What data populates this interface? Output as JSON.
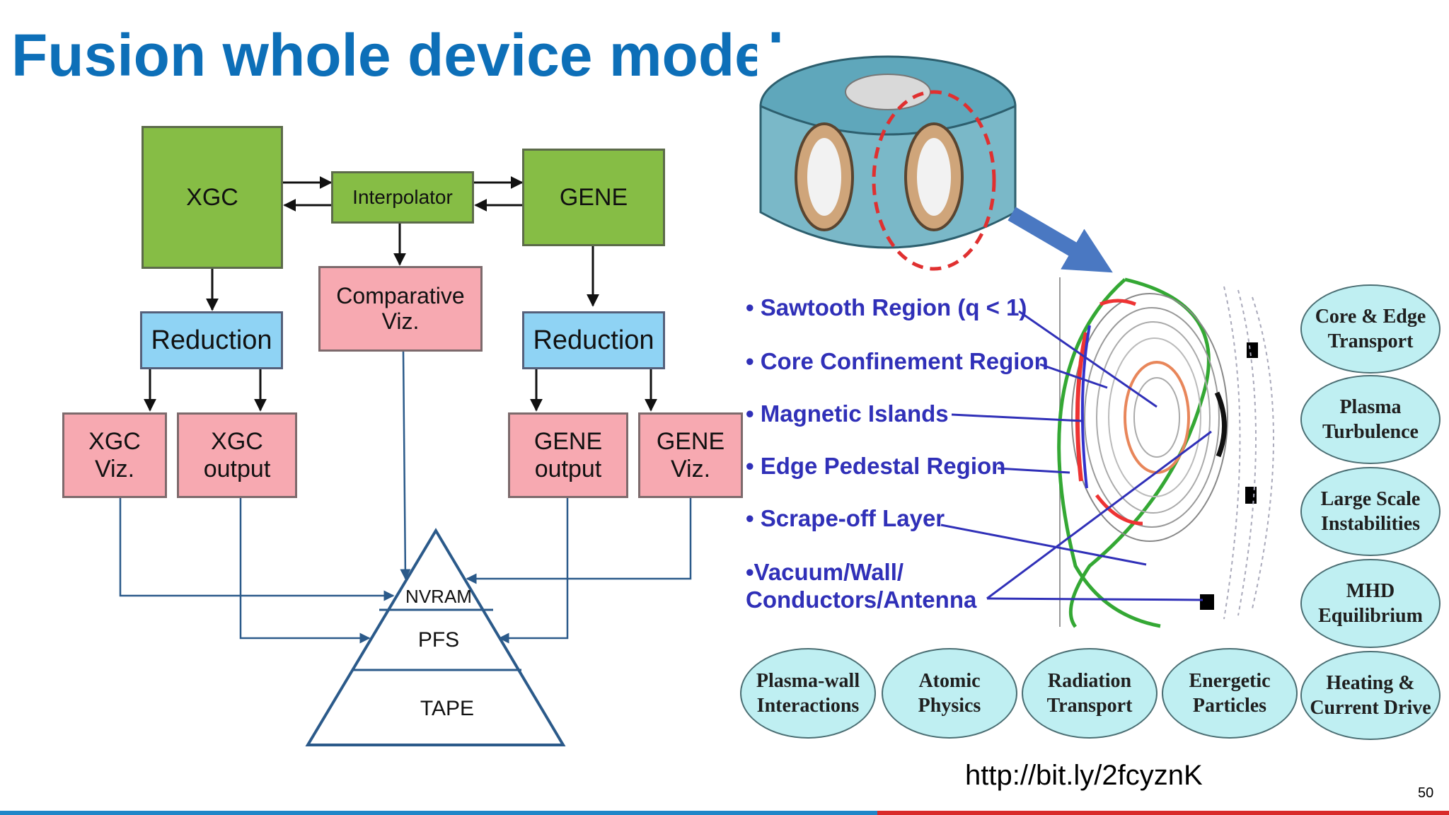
{
  "slide": {
    "title": "Fusion whole device model",
    "url": "http://bit.ly/2fcyznK",
    "page_number": "50"
  },
  "workflow": {
    "xgc": "XGC",
    "interpolator": "Interpolator",
    "gene": "GENE",
    "reduction_left": "Reduction",
    "comparative_viz": "Comparative\nViz.",
    "reduction_right": "Reduction",
    "xgc_viz": "XGC\nViz.",
    "xgc_output": "XGC\noutput",
    "gene_output": "GENE\noutput",
    "gene_viz": "GENE\nViz."
  },
  "storage": {
    "nvram": "NVRAM",
    "pfs": "PFS",
    "tape": "TAPE"
  },
  "tokamak": {
    "regions": [
      "• Sawtooth Region (q < 1)",
      "• Core Confinement Region",
      "• Magnetic Islands",
      "• Edge Pedestal Region",
      "• Scrape-off Layer",
      "•Vacuum/Wall/\nConductors/Antenna"
    ],
    "physics_right": [
      "Core & Edge\nTransport",
      "Plasma\nTurbulence",
      "Large Scale\nInstabilities",
      "MHD\nEquilibrium",
      "Heating &\nCurrent Drive"
    ],
    "physics_bottom": [
      "Plasma-wall\nInteractions",
      "Atomic\nPhysics",
      "Radiation\nTransport",
      "Energetic\nParticles"
    ]
  },
  "colors": {
    "title": "#0d6fb8",
    "code_box": "#86bd45",
    "reduction_box": "#8fd3f4",
    "viz_box": "#f7a9b1",
    "arrow": "#2b5a8a",
    "region_text": "#3030b8",
    "oval_fill": "#bfeff2"
  }
}
